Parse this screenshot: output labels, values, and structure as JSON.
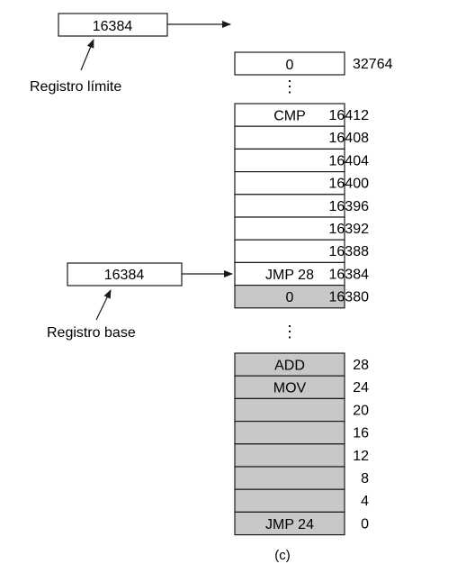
{
  "limit_register": {
    "value": "16384",
    "label": "Registro límite"
  },
  "base_register": {
    "value": "16384",
    "label": "Registro base"
  },
  "memory_top": {
    "cell": "0",
    "address": "32764"
  },
  "ellipsis": "⋮",
  "upper_block": [
    {
      "content": "CMP",
      "address": "16412",
      "shaded": false
    },
    {
      "content": "",
      "address": "16408",
      "shaded": false
    },
    {
      "content": "",
      "address": "16404",
      "shaded": false
    },
    {
      "content": "",
      "address": "16400",
      "shaded": false
    },
    {
      "content": "",
      "address": "16396",
      "shaded": false
    },
    {
      "content": "",
      "address": "16392",
      "shaded": false
    },
    {
      "content": "",
      "address": "16388",
      "shaded": false
    },
    {
      "content": "JMP 28",
      "address": "16384",
      "shaded": false
    },
    {
      "content": "0",
      "address": "16380",
      "shaded": true
    }
  ],
  "lower_block": [
    {
      "content": "ADD",
      "address": "28",
      "shaded": true
    },
    {
      "content": "MOV",
      "address": "24",
      "shaded": true
    },
    {
      "content": "",
      "address": "20",
      "shaded": true
    },
    {
      "content": "",
      "address": "16",
      "shaded": true
    },
    {
      "content": "",
      "address": "12",
      "shaded": true
    },
    {
      "content": "",
      "address": "8",
      "shaded": true
    },
    {
      "content": "",
      "address": "4",
      "shaded": true
    },
    {
      "content": "JMP  24",
      "address": "0",
      "shaded": true
    }
  ],
  "caption": "(c)",
  "colors": {
    "shaded": "#c8c8c8",
    "stroke": "#1a1a1a",
    "white": "#ffffff"
  }
}
